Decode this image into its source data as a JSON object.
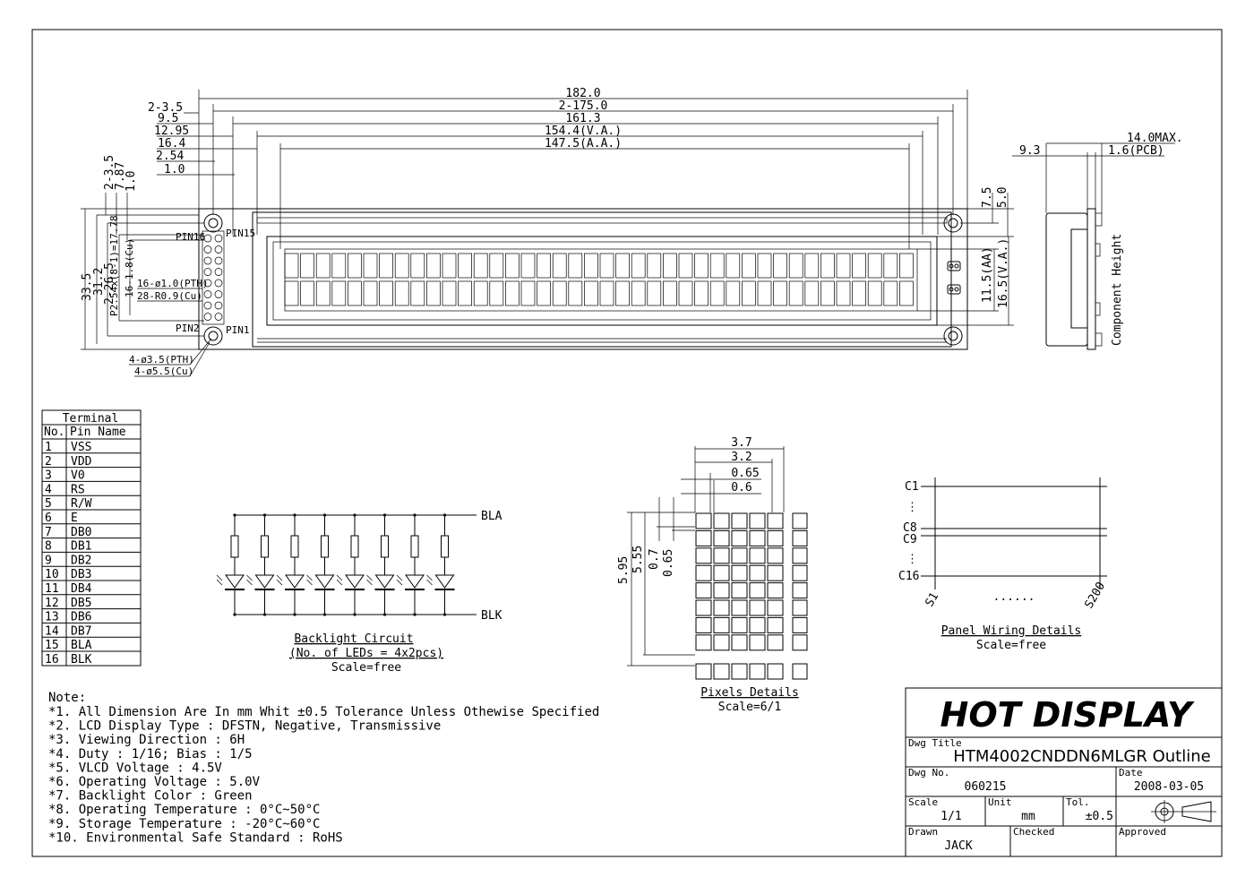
{
  "title_block": {
    "company": "HOT DISPLAY",
    "dwg_title_label": "Dwg Title",
    "dwg_title": "HTM4002CNDDN6MLGR Outline",
    "dwg_no_label": "Dwg No.",
    "dwg_no": "060215",
    "date_label": "Date",
    "date": "2008-03-05",
    "scale_label": "Scale",
    "scale": "1/1",
    "unit_label": "Unit",
    "unit": "mm",
    "tol_label": "Tol.",
    "tol": "±0.5",
    "drawn_label": "Drawn",
    "drawn": "JACK",
    "checked_label": "Checked",
    "approved_label": "Approved"
  },
  "top_dims": [
    "182.0",
    "2-175.0",
    "161.3",
    "154.4(V.A.)",
    "147.5(A.A.)"
  ],
  "left_dims": [
    "2-3.5",
    "9.5",
    "12.95",
    "16.4",
    "2.54",
    "1.0"
  ],
  "vert_dims": [
    "2-3.5",
    "7.87",
    "1.0"
  ],
  "height_dims": [
    "33.5",
    "31.2",
    "2-26.5",
    "P2.54x(8-1)=17.78",
    "16-1.8(Cu)"
  ],
  "hole_notes": [
    "16-ø1.0(PTH)",
    "28-R0.9(Cu)",
    "4-ø3.5(PTH)",
    "4-ø5.5(Cu)"
  ],
  "pin_labels": [
    "PIN16",
    "PIN15",
    "PIN2",
    "PIN1"
  ],
  "right_dims": [
    "7.5",
    "5.0",
    "11.5(AA)",
    "16.5(V.A.)"
  ],
  "side_view": {
    "dims": [
      "14.0MAX.",
      "1.6(PCB)",
      "9.3"
    ],
    "label": "Component Height"
  },
  "terminal": {
    "title": "Terminal",
    "headers": [
      "No.",
      "Pin Name"
    ],
    "rows": [
      [
        "1",
        "VSS"
      ],
      [
        "2",
        "VDD"
      ],
      [
        "3",
        "V0"
      ],
      [
        "4",
        "RS"
      ],
      [
        "5",
        "R/W"
      ],
      [
        "6",
        "E"
      ],
      [
        "7",
        "DB0"
      ],
      [
        "8",
        "DB1"
      ],
      [
        "9",
        "DB2"
      ],
      [
        "10",
        "DB3"
      ],
      [
        "11",
        "DB4"
      ],
      [
        "12",
        "DB5"
      ],
      [
        "13",
        "DB6"
      ],
      [
        "14",
        "DB7"
      ],
      [
        "15",
        "BLA"
      ],
      [
        "16",
        "BLK"
      ]
    ]
  },
  "backlight": {
    "bla": "BLA",
    "blk": "BLK",
    "caption": [
      "Backlight Circuit",
      "(No. of LEDs = 4x2pcs)",
      "Scale=free"
    ]
  },
  "pixels": {
    "dims_top": [
      "3.7",
      "3.2",
      "0.65",
      "0.6"
    ],
    "dims_left": [
      "5.95",
      "5.55",
      "0.7",
      "0.65"
    ],
    "caption": [
      "Pixels Details",
      "Scale=6/1"
    ]
  },
  "panel": {
    "labels": [
      "C1",
      "⋮",
      "C8",
      "C9",
      "⋮",
      "C16"
    ],
    "s_start": "S1",
    "s_dots": "......",
    "s_end": "S200",
    "caption": [
      "Panel Wiring Details",
      "Scale=free"
    ]
  },
  "notes": {
    "title": "Note:",
    "items": [
      "*1. All Dimension Are In mm Whit ±0.5 Tolerance Unless Othewise Specified",
      "*2. LCD Display Type : DFSTN, Negative, Transmissive",
      "*3. Viewing Direction : 6H",
      "*4. Duty : 1/16; Bias : 1/5",
      "*5. VLCD Voltage : 4.5V",
      "*6. Operating Voltage : 5.0V",
      "*7. Backlight Color : Green",
      "*8. Operating Temperature : 0°C~50°C",
      "*9. Storage Temperature : -20°C~60°C",
      "*10. Environmental Safe Standard : RoHS"
    ]
  }
}
